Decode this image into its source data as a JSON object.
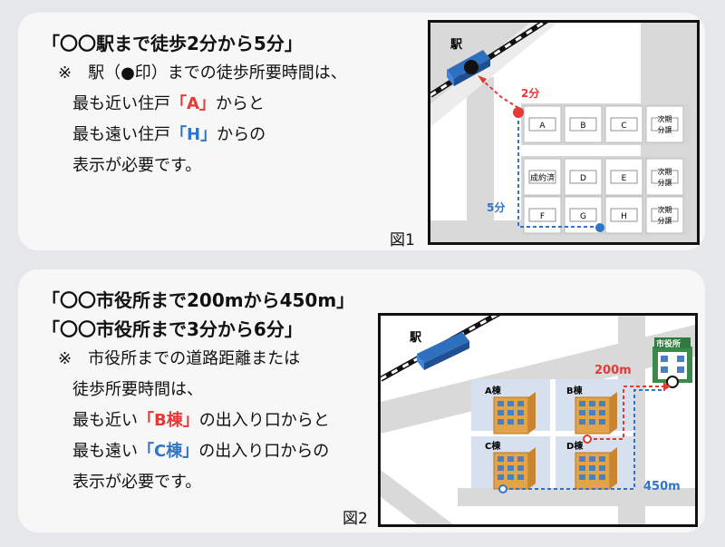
{
  "panel1": {
    "heading": "「〇〇駅まで徒歩2分から5分」",
    "note_prefix": "※　駅（●印）までの徒歩所要時間は、",
    "line2_a": "最も近い住戸",
    "line2_mark": "「A」",
    "line2_b": "からと",
    "line3_a": "最も遠い住戸",
    "line3_mark": "「H」",
    "line3_b": "からの",
    "line4": "表示が必要です。",
    "figure_label": "図1",
    "diagram": {
      "station_label": "駅",
      "time_near": "2分",
      "time_far": "5分",
      "lots": [
        "A",
        "B",
        "C",
        "次期\n分譲",
        "成約済",
        "D",
        "E",
        "次期\n分譲",
        "F",
        "G",
        "H",
        "次期\n分譲"
      ]
    }
  },
  "panel2": {
    "heading1": "「〇〇市役所まで200mから450m」",
    "heading2": "「〇〇市役所まで3分から6分」",
    "note": "※　市役所までの道路距離または",
    "line2": "徒歩所要時間は、",
    "line3_a": "最も近い",
    "line3_mark": "「B棟」",
    "line3_b": "の出入り口からと",
    "line4_a": "最も遠い",
    "line4_mark": "「C棟」",
    "line4_b": "の出入り口からの",
    "line5": "表示が必要です。",
    "figure_label": "図2",
    "diagram": {
      "station_label": "駅",
      "city_hall_label": "市役所",
      "dist_near": "200m",
      "dist_far": "450m",
      "buildings": [
        "A棟",
        "B棟",
        "C棟",
        "D棟"
      ]
    }
  },
  "colors": {
    "near": "#e53935",
    "far": "#2f75c6",
    "road": "#d9d9d9",
    "lot": "#d6e0ee",
    "building": "#e3a34a"
  }
}
